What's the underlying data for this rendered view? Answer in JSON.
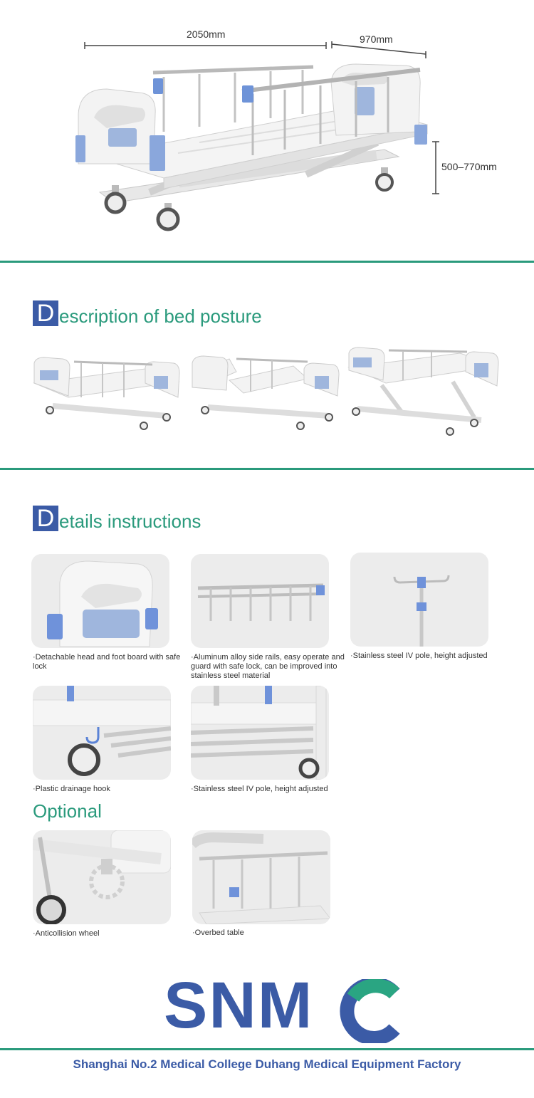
{
  "dimensions": {
    "length": "2050mm",
    "width": "970mm",
    "height": "500–770mm"
  },
  "sections": {
    "posture": {
      "initial": "D",
      "rest": "escription of bed posture"
    },
    "details": {
      "initial": "D",
      "rest": "etails instructions"
    }
  },
  "details": [
    {
      "caption": "·Detachable head and foot board with safe lock"
    },
    {
      "caption": "·Aluminum alloy side rails, easy operate and guard with safe lock, can be improved into stainless steel material"
    },
    {
      "caption": "·Stainless steel IV pole, height adjusted"
    },
    {
      "caption": "·Plastic drainage hook"
    },
    {
      "caption": "·Stainless steel IV pole, height adjusted"
    }
  ],
  "optional": {
    "title": "Optional",
    "items": [
      {
        "caption": "·Anticollision wheel"
      },
      {
        "caption": "·Overbed table"
      }
    ]
  },
  "brand": {
    "logo_letters": "SNM",
    "logo_c": "C",
    "company": "Shanghai No.2 Medical College Duhang Medical Equipment Factory",
    "primary_color": "#3b5ba6",
    "accent_color": "#2a9a7c"
  }
}
